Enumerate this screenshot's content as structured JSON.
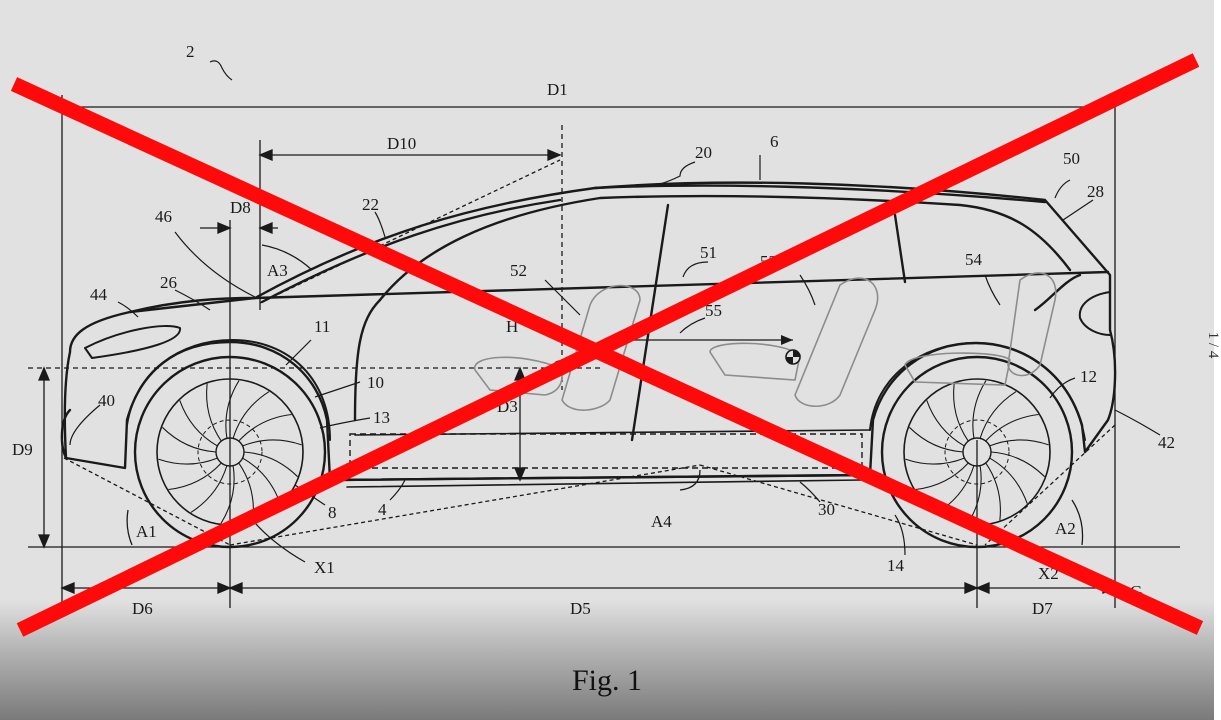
{
  "figure": {
    "caption": "Fig. 1",
    "sheet_number": "1 / 4",
    "labels": {
      "ref_2": "2",
      "ref_6": "6",
      "ref_20": "20",
      "ref_50": "50",
      "ref_28": "28",
      "ref_22": "22",
      "ref_46": "46",
      "ref_26": "26",
      "ref_44": "44",
      "ref_11": "11",
      "ref_10": "10",
      "ref_13": "13",
      "ref_40": "40",
      "ref_8": "8",
      "ref_4": "4",
      "ref_52": "52",
      "ref_51": "51",
      "ref_53": "53",
      "ref_55": "55",
      "ref_54": "54",
      "ref_12": "12",
      "ref_42": "42",
      "ref_30": "30",
      "ref_14": "14",
      "d1": "D1",
      "d10": "D10",
      "d8": "D8",
      "a3": "A3",
      "h": "H",
      "d3": "D3",
      "d9": "D9",
      "a1": "A1",
      "x1": "X1",
      "a4": "A4",
      "a2": "A2",
      "x2": "X2",
      "g": "G",
      "d6": "D6",
      "d5": "D5",
      "d7": "D7"
    }
  },
  "overlay": {
    "cross_color": "#ff0a0a"
  },
  "colors": {
    "background": "#e1e1e1",
    "line": "#1a1a1a",
    "seat": "#8c8c8c"
  }
}
